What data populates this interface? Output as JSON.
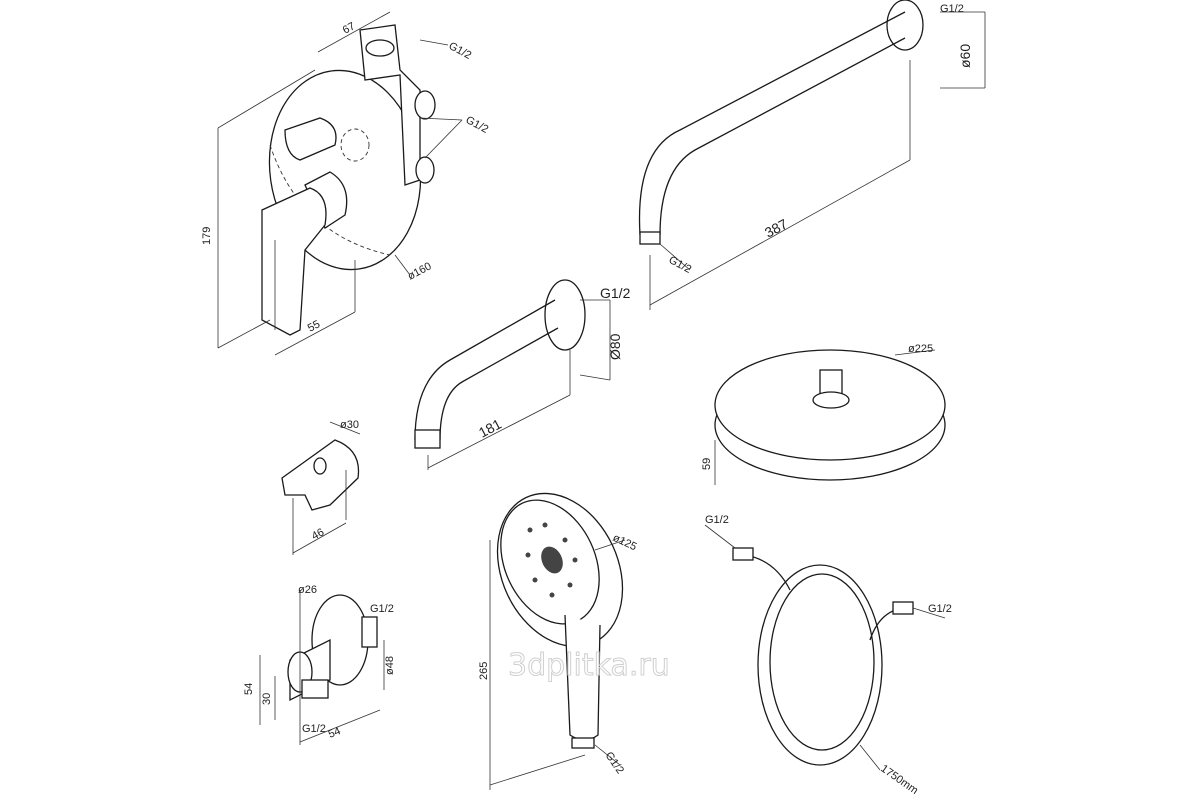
{
  "watermark": "3dplitka.ru",
  "mixer": {
    "depth": "67",
    "inlet_top": "G1/2",
    "inlet_side": "G1/2",
    "height": "179",
    "handle_depth": "55",
    "plate_diameter": "ø160"
  },
  "shower_arm": {
    "outlet": "G1/2",
    "flange_diameter": "ø60",
    "length": "387",
    "inlet": "G1/2"
  },
  "spout": {
    "inlet": "G1/2",
    "flange_diameter": "Ø80",
    "length": "181"
  },
  "overhead_shower": {
    "diameter": "ø225",
    "height": "59"
  },
  "holder": {
    "diameter": "ø30",
    "length": "46"
  },
  "wall_connector": {
    "diameter": "ø26",
    "outlet": "G1/2",
    "height": "54",
    "inlet_offset": "30",
    "flange_diameter": "ø48",
    "inlet": "G1/2",
    "depth": "54"
  },
  "hand_shower": {
    "diameter": "ø125",
    "length": "265",
    "connection": "G1/2"
  },
  "hose": {
    "end_a": "G1/2",
    "end_b": "G1/2",
    "length": "1750mm"
  }
}
